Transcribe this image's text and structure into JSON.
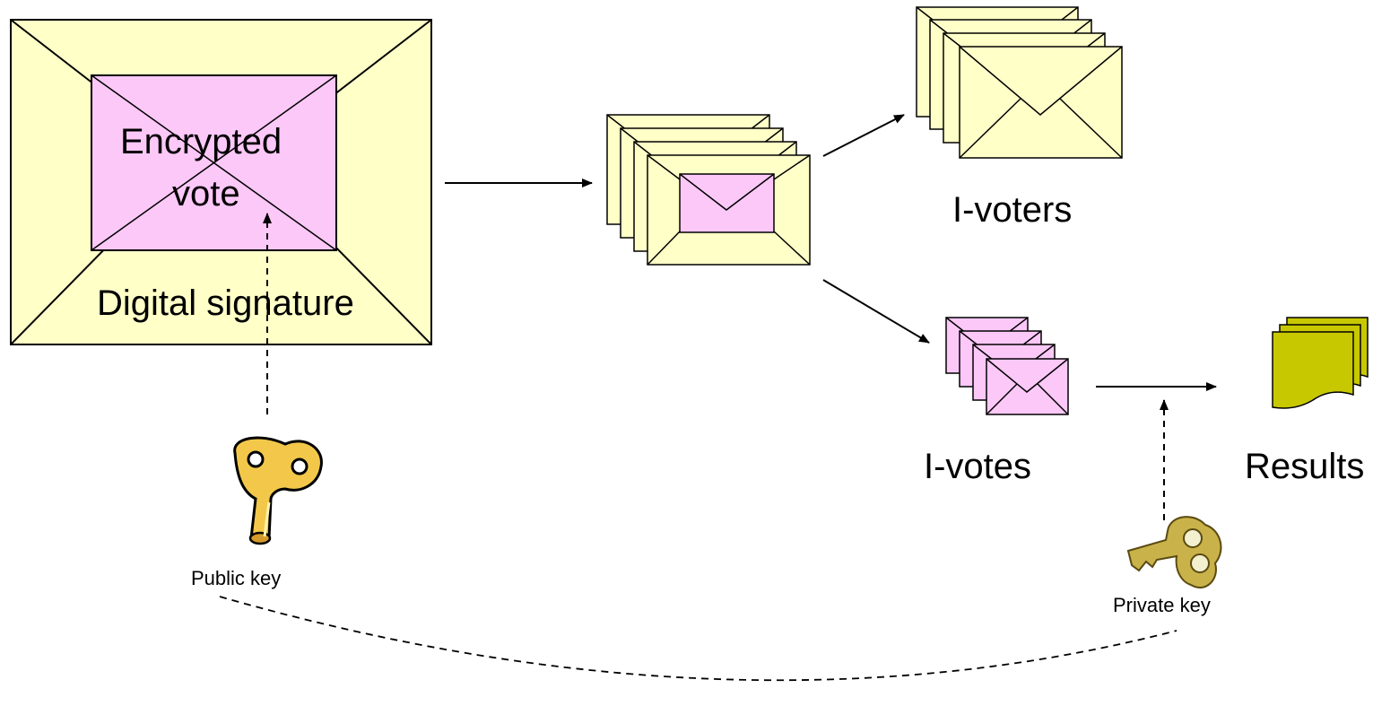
{
  "labels": {
    "encrypted_vote_line1": "Encrypted",
    "encrypted_vote_line2": "vote",
    "digital_signature": "Digital signature",
    "i_voters": "I-voters",
    "i_votes": "I-votes",
    "results": "Results",
    "public_key": "Public key",
    "private_key": "Private key"
  },
  "colors": {
    "outer_envelope": "#ffffc8",
    "inner_envelope": "#fcc8f8",
    "results_document": "#c8c800",
    "key_gold": "#f3c84a",
    "stroke": "#000000"
  },
  "icons": {
    "public_key": "key-icon",
    "private_key": "antique-key-icon",
    "results": "document-stack-icon",
    "envelope": "envelope-icon"
  }
}
